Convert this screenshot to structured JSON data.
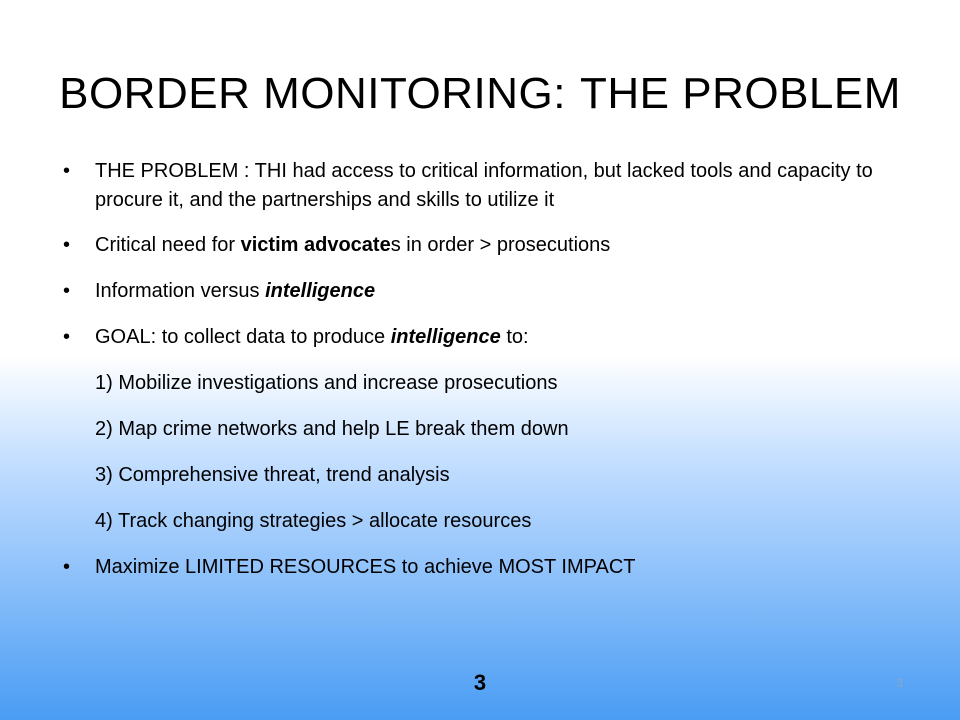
{
  "slide": {
    "title_part1": "BORDER MONITORING:",
    "title_part2": "THE PROBLEM",
    "bullets": [
      {
        "text": "THE PROBLEM : THI had access to critical information, but lacked tools and capacity to procure it, and the partnerships and skills to utilize it"
      },
      {
        "pre": "Critical need for ",
        "bold": "victim advocate",
        "post": "s in order > prosecutions"
      },
      {
        "pre": "Information versus ",
        "bold_italic": "intelligence"
      },
      {
        "pre": "GOAL: to collect data to produce ",
        "bold_italic": "intelligence",
        "post": " to:"
      }
    ],
    "goals": [
      "1) Mobilize investigations and increase prosecutions",
      "2) Map crime networks and help LE break them down",
      "3) Comprehensive threat, trend analysis",
      "4) Track changing strategies > allocate resources"
    ],
    "final_bullet": "Maximize LIMITED RESOURCES to achieve MOST IMPACT",
    "footer_number": "3",
    "slide_number": "3"
  }
}
